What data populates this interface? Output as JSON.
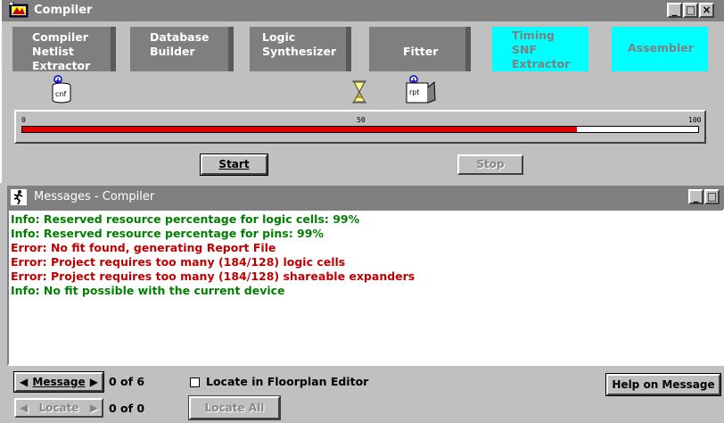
{
  "compiler": {
    "title": "Compiler",
    "stages": [
      {
        "label": "Compiler Netlist Extractor",
        "lines": [
          "Compiler",
          "Netlist",
          "Extractor"
        ],
        "active": false
      },
      {
        "label": "Database Builder",
        "lines": [
          "Database",
          "Builder"
        ],
        "active": false
      },
      {
        "label": "Logic Synthesizer",
        "lines": [
          "Logic",
          "Synthesizer"
        ],
        "active": false
      },
      {
        "label": "Fitter",
        "lines": [
          "Fitter"
        ],
        "active": false
      },
      {
        "label": "Timing SNF Extractor",
        "lines": [
          "Timing",
          "SNF",
          "Extractor"
        ],
        "active": true
      },
      {
        "label": "Assembler",
        "lines": [
          "Assembler"
        ],
        "active": true
      }
    ],
    "file_icons": {
      "cnf": "cnf",
      "rpt": "rpt"
    },
    "progress": {
      "min_label": "0",
      "mid_label": "50",
      "max_label": "100",
      "percent": 82
    },
    "start_label": "Start",
    "stop_label": "Stop",
    "colors": {
      "stage_gray": "#7f7f7f",
      "stage_cyan": "#00ffff",
      "progress_red": "#e00000"
    }
  },
  "messages": {
    "title": "Messages - Compiler",
    "items": [
      {
        "type": "info",
        "text": "Info: Reserved resource percentage for logic cells: 99%"
      },
      {
        "type": "info",
        "text": "Info: Reserved resource percentage for pins: 99%"
      },
      {
        "type": "error",
        "text": "Error: No fit found, generating Report File"
      },
      {
        "type": "error",
        "text": "Error: Project requires too many (184/128) logic cells"
      },
      {
        "type": "error",
        "text": "Error: Project requires too many (184/128) shareable expanders"
      },
      {
        "type": "info",
        "text": "Info: No fit possible with the current device"
      }
    ],
    "message_button": "Message",
    "message_count": "0 of 6",
    "locate_button": "Locate",
    "locate_count": "0 of 0",
    "locate_floorplan_label": "Locate in Floorplan Editor",
    "locate_all_button": "Locate All",
    "help_button": "Help on Message"
  },
  "window_controls": {
    "minimize": "_",
    "maximize": "□",
    "close": "×"
  }
}
